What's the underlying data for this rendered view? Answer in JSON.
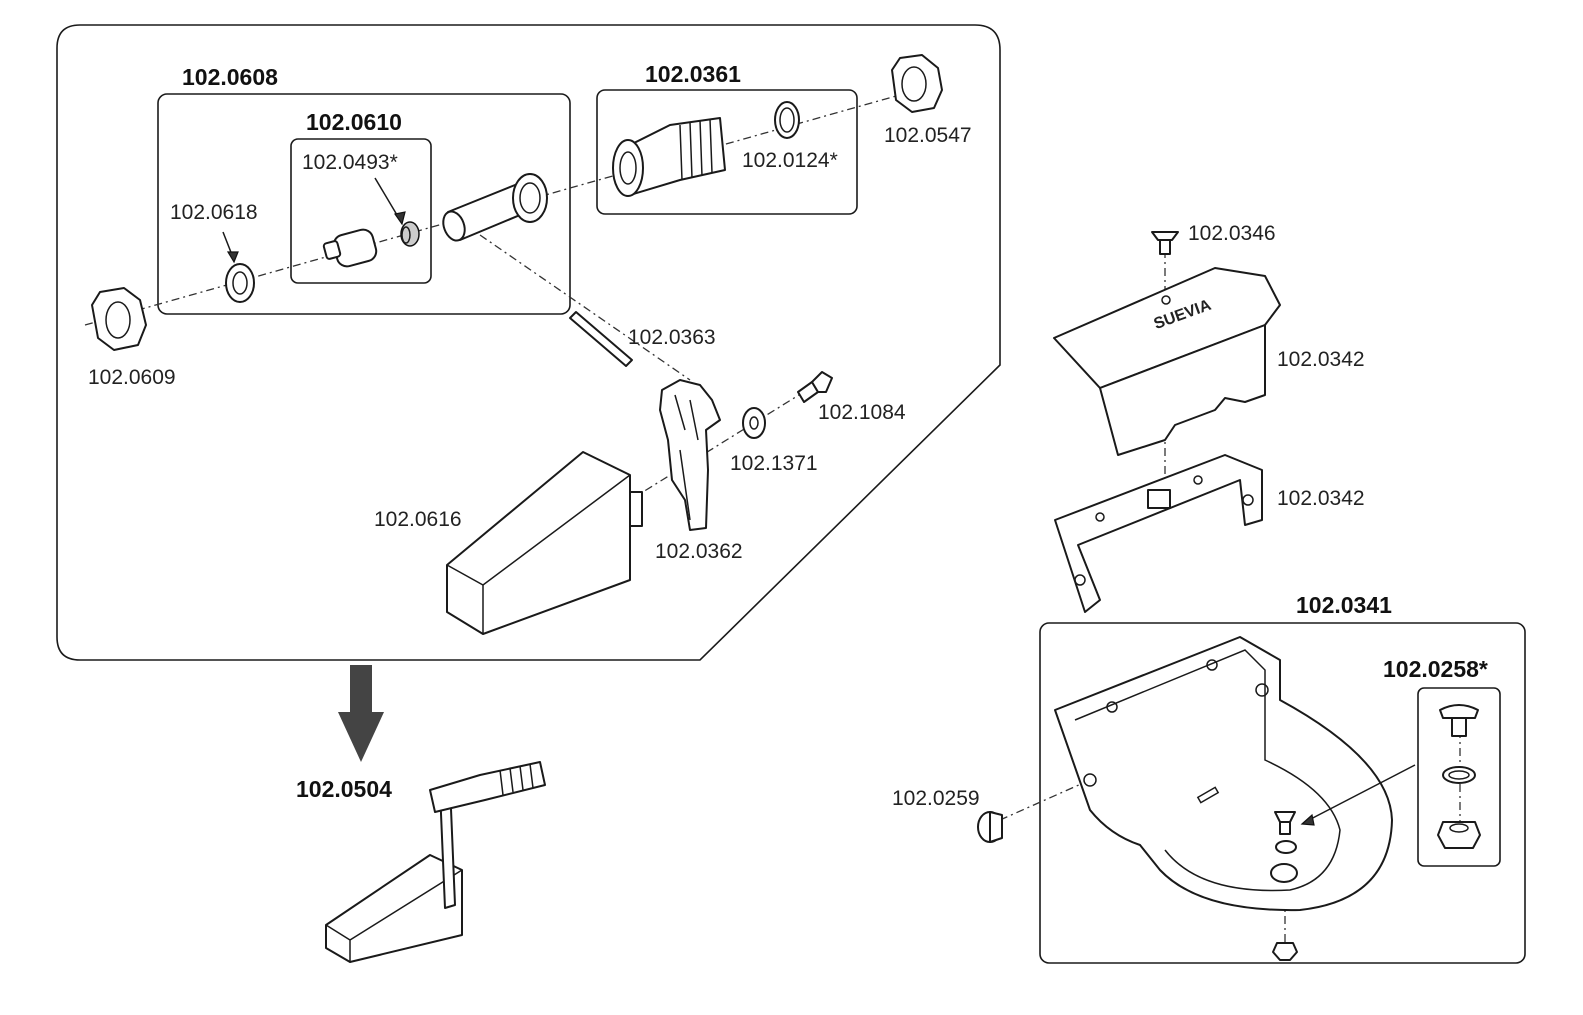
{
  "assemblies": {
    "a0608": "102.0608",
    "a0610": "102.0610",
    "a0361": "102.0361",
    "a0504": "102.0504",
    "a0341": "102.0341",
    "a0258": "102.0258*"
  },
  "parts": {
    "p0493": "102.0493*",
    "p0618": "102.0618",
    "p0609": "102.0609",
    "p0124": "102.0124*",
    "p0547": "102.0547",
    "p0363": "102.0363",
    "p1084": "102.1084",
    "p1371": "102.1371",
    "p0616": "102.0616",
    "p0362": "102.0362",
    "p0346": "102.0346",
    "p0342a": "102.0342",
    "p0342b": "102.0342",
    "p0259": "102.0259"
  },
  "brand": "SUEVIA"
}
